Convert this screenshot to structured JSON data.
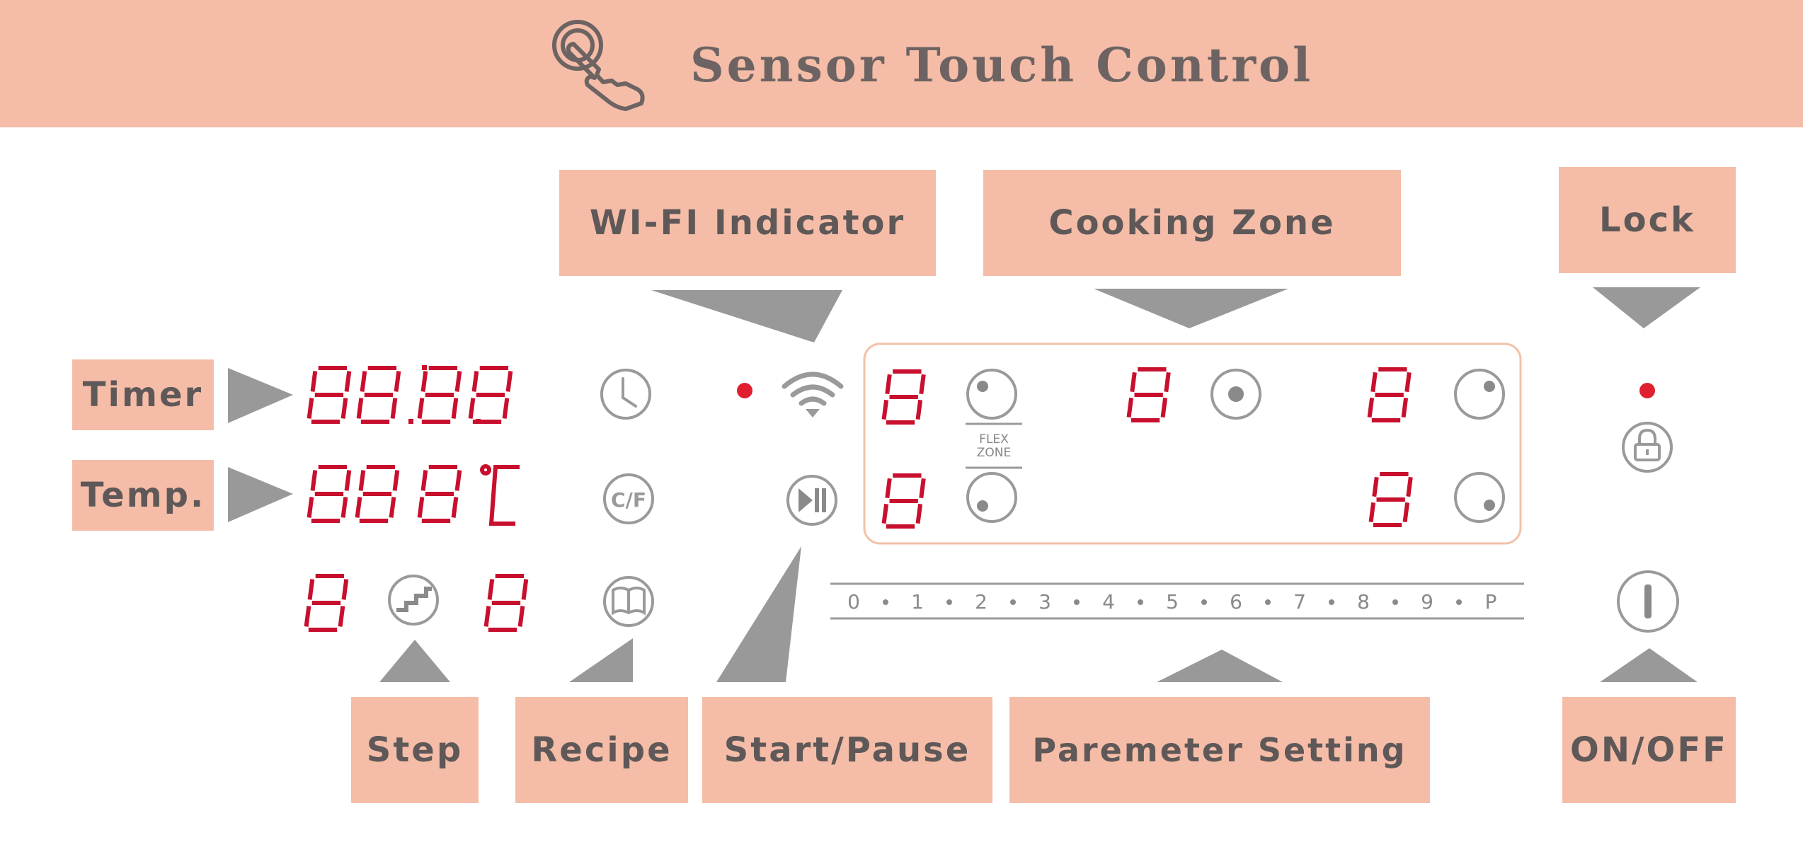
{
  "header": {
    "title": "Sensor Touch Control",
    "icon": "touch-hand-icon"
  },
  "labels": {
    "wifi": "WI-FI Indicator",
    "cooking_zone": "Cooking Zone",
    "lock": "Lock",
    "timer": "Timer",
    "temp": "Temp.",
    "step": "Step",
    "recipe": "Recipe",
    "start_pause": "Start/Pause",
    "parameter": "Paremeter Setting",
    "on_off": "ON/OFF"
  },
  "panel": {
    "cf_label": "C/F",
    "flex_line1": "FLEX",
    "flex_line2": "ZONE",
    "scale": [
      "0",
      "1",
      "2",
      "3",
      "4",
      "5",
      "6",
      "7",
      "8",
      "9",
      "P"
    ]
  },
  "colors": {
    "banner": "#f5bda7",
    "text": "#5f5858",
    "pointer": "#999999",
    "digit": "#c8102e",
    "icon": "#9a9a9a",
    "indicator": "#e0202e"
  }
}
